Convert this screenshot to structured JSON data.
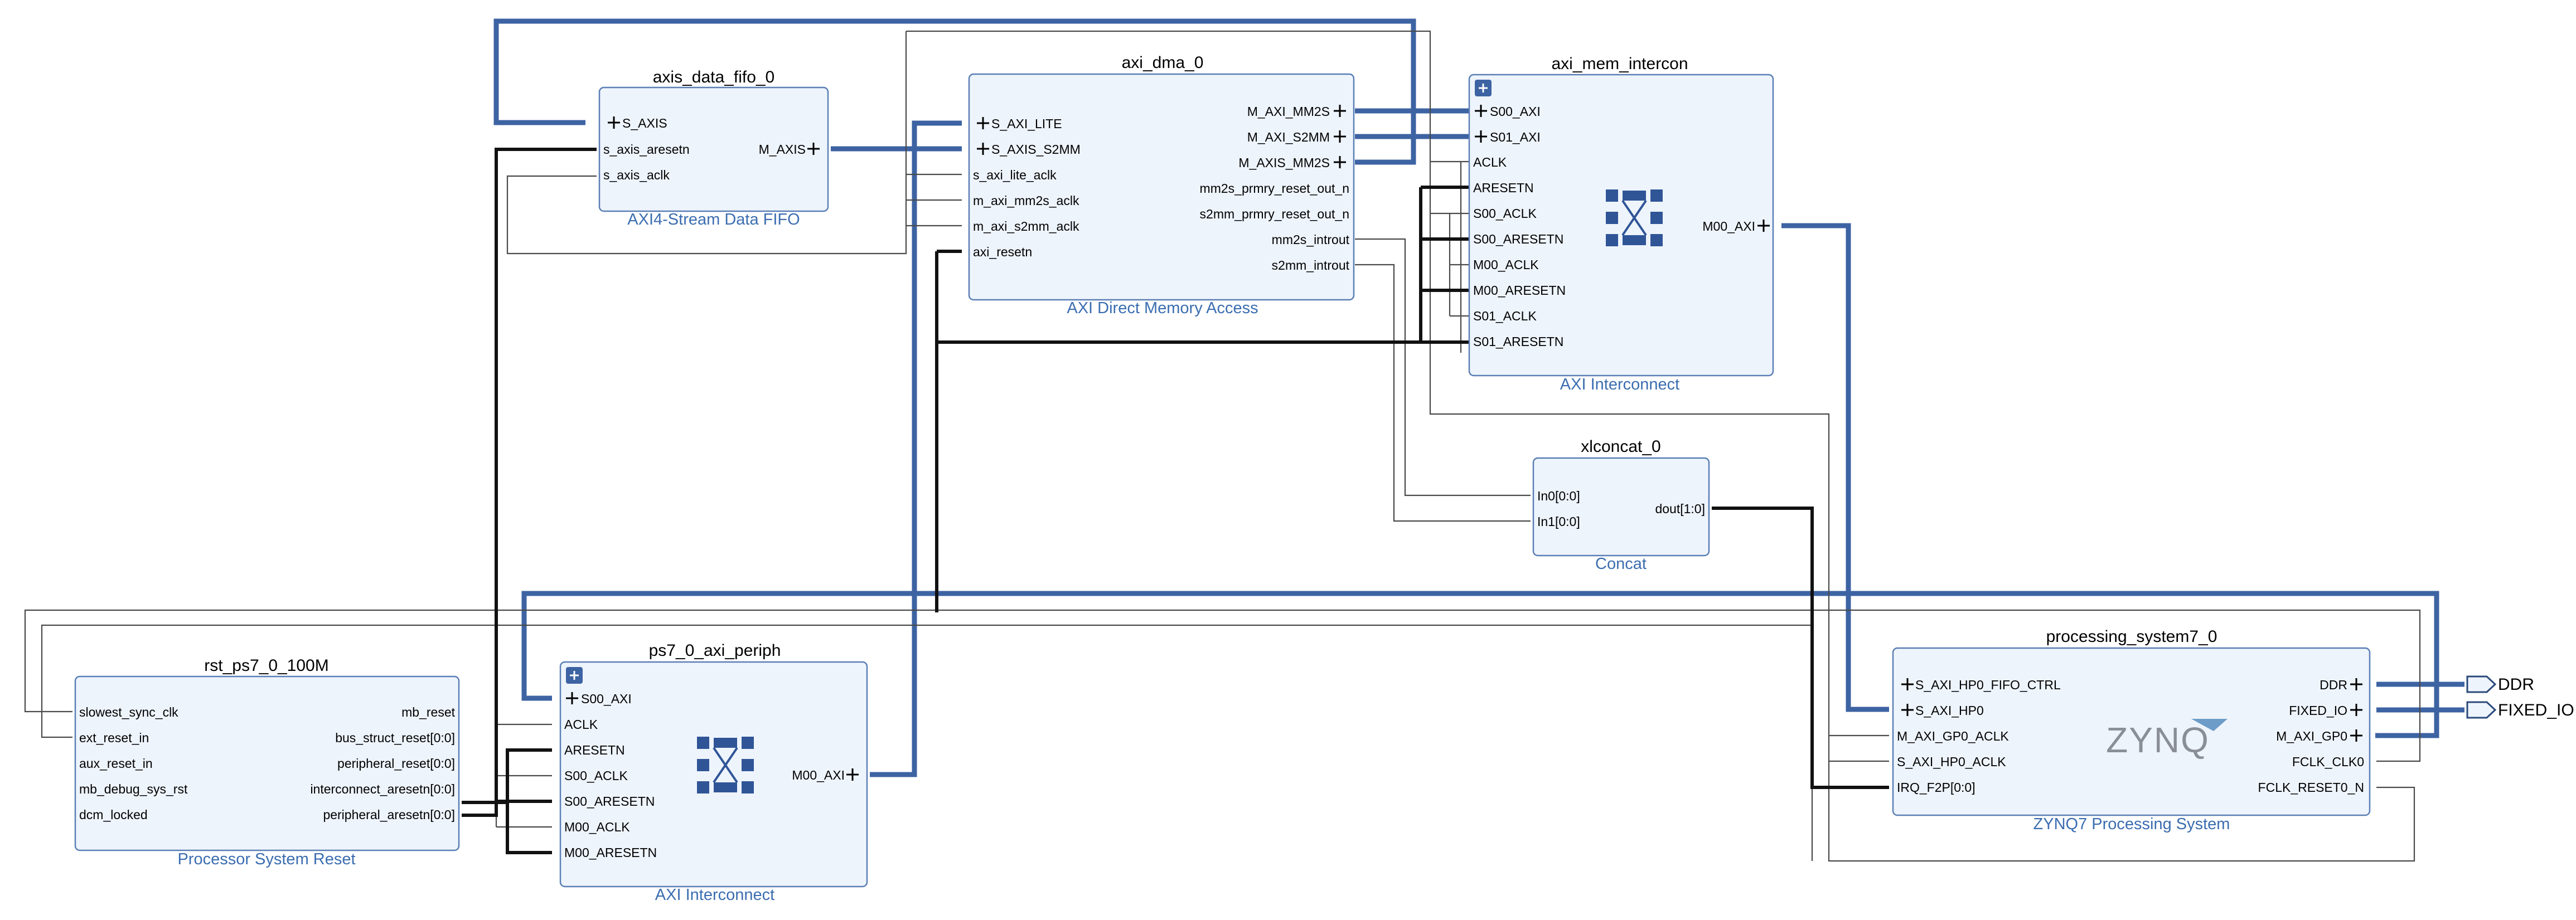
{
  "colors": {
    "box_fill": "#eef4fc",
    "box_stroke": "#5b7fb6",
    "bus": "#3d63a3",
    "subtitle": "#3b6db0",
    "wire": "#4a4a4a"
  },
  "blocks": {
    "fifo": {
      "name": "axis_data_fifo_0",
      "subtitle": "AXI4-Stream Data FIFO",
      "ports_left": [
        "S_AXIS",
        "s_axis_aresetn",
        "s_axis_aclk"
      ],
      "ports_right": [
        "M_AXIS"
      ]
    },
    "dma": {
      "name": "axi_dma_0",
      "subtitle": "AXI Direct Memory Access",
      "ports_left": [
        "S_AXI_LITE",
        "S_AXIS_S2MM",
        "s_axi_lite_aclk",
        "m_axi_mm2s_aclk",
        "m_axi_s2mm_aclk",
        "axi_resetn"
      ],
      "ports_right": [
        "M_AXI_MM2S",
        "M_AXI_S2MM",
        "M_AXIS_MM2S",
        "mm2s_prmry_reset_out_n",
        "s2mm_prmry_reset_out_n",
        "mm2s_introut",
        "s2mm_introut"
      ]
    },
    "memic": {
      "name": "axi_mem_intercon",
      "subtitle": "AXI Interconnect",
      "ports_left": [
        "S00_AXI",
        "S01_AXI",
        "ACLK",
        "ARESETN",
        "S00_ACLK",
        "S00_ARESETN",
        "M00_ACLK",
        "M00_ARESETN",
        "S01_ACLK",
        "S01_ARESETN"
      ],
      "ports_right": [
        "M00_AXI"
      ]
    },
    "concat": {
      "name": "xlconcat_0",
      "subtitle": "Concat",
      "ports_left": [
        "In0[0:0]",
        "In1[0:0]"
      ],
      "ports_right": [
        "dout[1:0]"
      ]
    },
    "rst": {
      "name": "rst_ps7_0_100M",
      "subtitle": "Processor System Reset",
      "ports_left": [
        "slowest_sync_clk",
        "ext_reset_in",
        "aux_reset_in",
        "mb_debug_sys_rst",
        "dcm_locked"
      ],
      "ports_right": [
        "mb_reset",
        "bus_struct_reset[0:0]",
        "peripheral_reset[0:0]",
        "interconnect_aresetn[0:0]",
        "peripheral_aresetn[0:0]"
      ]
    },
    "periph": {
      "name": "ps7_0_axi_periph",
      "subtitle": "AXI Interconnect",
      "ports_left": [
        "S00_AXI",
        "ACLK",
        "ARESETN",
        "S00_ACLK",
        "S00_ARESETN",
        "M00_ACLK",
        "M00_ARESETN"
      ],
      "ports_right": [
        "M00_AXI"
      ]
    },
    "ps7": {
      "name": "processing_system7_0",
      "subtitle": "ZYNQ7 Processing System",
      "logo": "ZYNQ",
      "ports_left": [
        "S_AXI_HP0_FIFO_CTRL",
        "S_AXI_HP0",
        "M_AXI_GP0_ACLK",
        "S_AXI_HP0_ACLK",
        "IRQ_F2P[0:0]"
      ],
      "ports_right": [
        "DDR",
        "FIXED_IO",
        "M_AXI_GP0",
        "FCLK_CLK0",
        "FCLK_RESET0_N"
      ]
    }
  },
  "external_ports": [
    "DDR",
    "FIXED_IO"
  ]
}
